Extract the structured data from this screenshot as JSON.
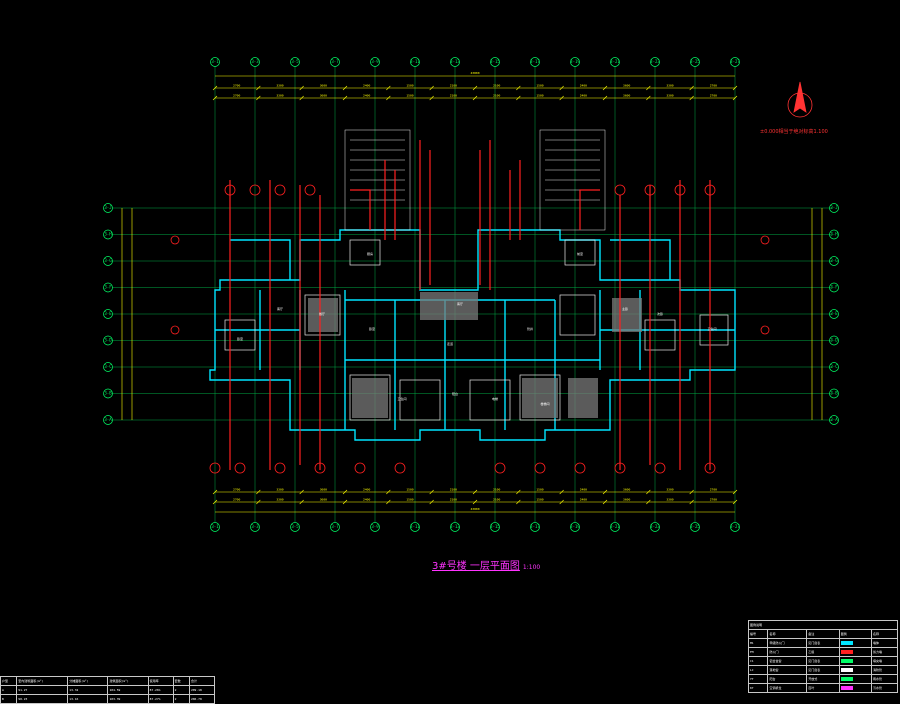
{
  "drawing": {
    "title": "3#号楼 一层平面图",
    "scale": "1:100",
    "north_note": "±0.000相当于绝对标高1.100",
    "overall_dimension_top": "43800",
    "overall_dimension_bottom": "43800"
  },
  "axes": {
    "top": [
      "3-1",
      "3-3",
      "3-5",
      "3-7",
      "3-9",
      "3-11",
      "3-13",
      "3-15",
      "3-17",
      "3-19",
      "3-21",
      "3-23",
      "3-25",
      "3-27"
    ],
    "bottom": [
      "3-1",
      "3-3",
      "3-5",
      "3-7",
      "3-9",
      "3-11",
      "3-13",
      "3-15",
      "3-17",
      "3-19",
      "3-21",
      "3-23",
      "3-25",
      "3-27"
    ],
    "left": [
      "3-J",
      "3-H",
      "3-G",
      "3-F",
      "3-E",
      "3-D",
      "3-C",
      "3-B",
      "3-A"
    ],
    "right": [
      "3-J",
      "3-H",
      "3-G",
      "3-F",
      "3-E",
      "3-D",
      "3-C",
      "3-B",
      "3-A"
    ]
  },
  "rooms": {
    "labels": [
      "卧室",
      "客厅",
      "餐厅",
      "厨房",
      "卫生间",
      "阳台",
      "电梯",
      "楼梯间",
      "前室",
      "主卧",
      "次卧",
      "卫生间",
      "客厅",
      "卧室",
      "管井",
      "走道"
    ]
  },
  "dimensions": {
    "top_segments": [
      "2700",
      "3300",
      "3600",
      "2400",
      "1500",
      "2100",
      "2100",
      "1500",
      "2400",
      "3600",
      "3300",
      "2700"
    ],
    "bottom_segments": [
      "2700",
      "3300",
      "3600",
      "2400",
      "1500",
      "2100",
      "2100",
      "1500",
      "2400",
      "3600",
      "3300",
      "2700"
    ]
  },
  "area_table": {
    "header": [
      "户型",
      "套内建筑面积(m²)",
      "分摊面积(m²)",
      "建筑面积(m²)",
      "使用率",
      "套数",
      "合计"
    ],
    "rows": [
      [
        "A",
        "91.27",
        "13.32",
        "104.59",
        "87.26%",
        "2",
        "209.18"
      ],
      [
        "B",
        "90.23",
        "13.16",
        "103.39",
        "87.27%",
        "2",
        "206.78"
      ]
    ]
  },
  "legend_table": {
    "title": "图例说明",
    "header": [
      "编号",
      "名称",
      "备注",
      "图例",
      "名称"
    ],
    "rows": [
      [
        "M1",
        "甲级防火门",
        "见门窗表",
        "",
        "墙体"
      ],
      [
        "FM",
        "防火门",
        "乙级",
        "",
        "剪力墙"
      ],
      [
        "C1",
        "铝合金窗",
        "见门窗表",
        "",
        "填充墙"
      ],
      [
        "LC",
        "落地窗",
        "见门窗表",
        "",
        "消防管"
      ],
      [
        "YT",
        "阳台",
        "开放式",
        "",
        "雨水管"
      ],
      [
        "KT",
        "空调机位",
        "百叶",
        "",
        "污水管"
      ]
    ]
  },
  "colors": {
    "axis": "#00ff66",
    "dimension": "#ffff00",
    "wall": "#00e5ff",
    "pipe": "#ff2020",
    "title": "#ff33ff"
  }
}
